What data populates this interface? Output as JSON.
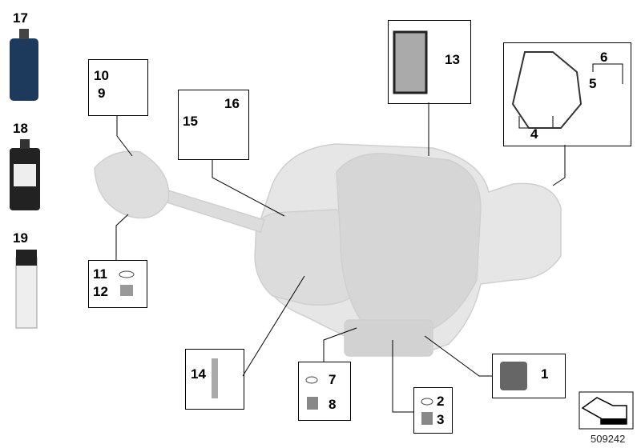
{
  "diagram_id": "509242",
  "parts": {
    "p1": "1",
    "p2": "2",
    "p3": "3",
    "p4": "4",
    "p5": "5",
    "p6": "6",
    "p7": "7",
    "p8": "8",
    "p9": "9",
    "p10": "10",
    "p11": "11",
    "p12": "12",
    "p13": "13",
    "p14": "14",
    "p15": "15",
    "p16": "16",
    "p17": "17",
    "p18": "18",
    "p19": "19"
  },
  "colors": {
    "engine": "#e4e4e4",
    "engine_stroke": "#c8c8c8",
    "line": "#000000"
  }
}
